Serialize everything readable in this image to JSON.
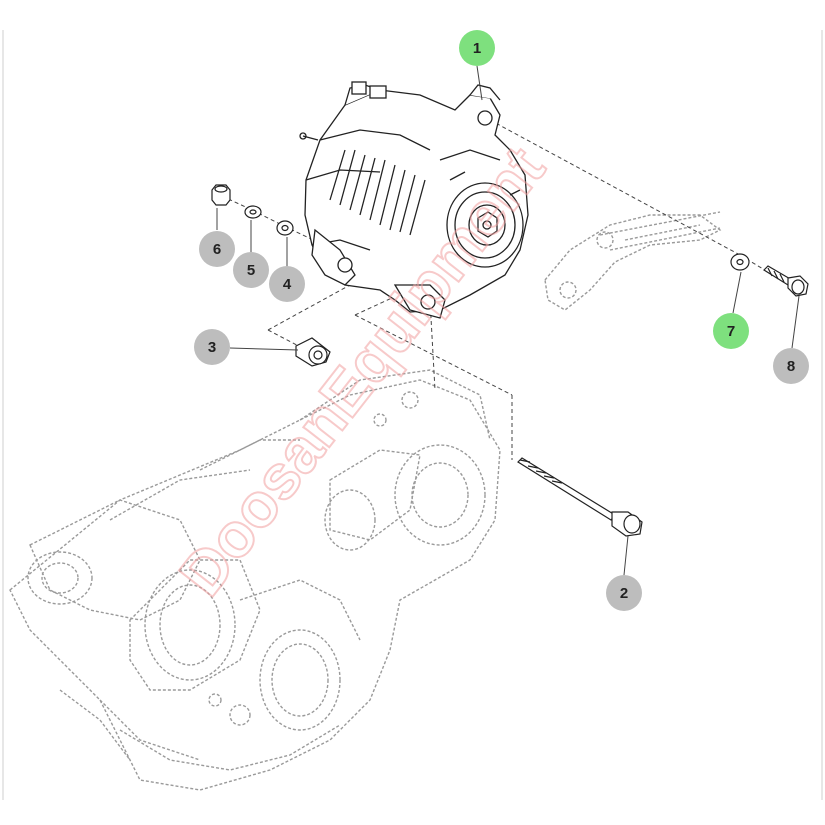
{
  "callouts": [
    {
      "id": "1",
      "label": "1",
      "highlight": true
    },
    {
      "id": "2",
      "label": "2",
      "highlight": false
    },
    {
      "id": "3",
      "label": "3",
      "highlight": false
    },
    {
      "id": "4",
      "label": "4",
      "highlight": false
    },
    {
      "id": "5",
      "label": "5",
      "highlight": false
    },
    {
      "id": "6",
      "label": "6",
      "highlight": false
    },
    {
      "id": "7",
      "label": "7",
      "highlight": true
    },
    {
      "id": "8",
      "label": "8",
      "highlight": false
    }
  ],
  "colors": {
    "highlight": "#7ee07e",
    "normal": "#bdbdbd",
    "line": "#333333",
    "watermark": "#f2a0a0"
  },
  "watermark": {
    "text": "DoosanEquipment"
  }
}
